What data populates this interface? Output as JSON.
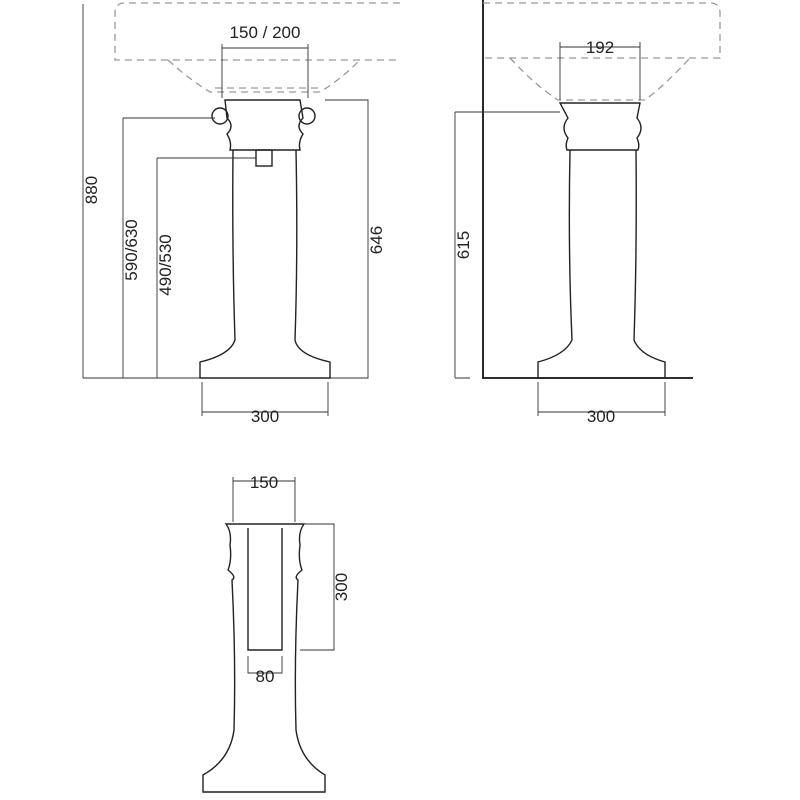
{
  "front_view": {
    "drain_width": "150 / 200",
    "total_height": "880",
    "supply_height": "590/630",
    "trap_height": "490/530",
    "pedestal_height": "646",
    "base_width": "300"
  },
  "side_view": {
    "drain_width": "192",
    "pedestal_height": "615",
    "base_width": "300"
  },
  "rear_view": {
    "top_opening": "150",
    "slot_height": "300",
    "slot_width": "80"
  }
}
